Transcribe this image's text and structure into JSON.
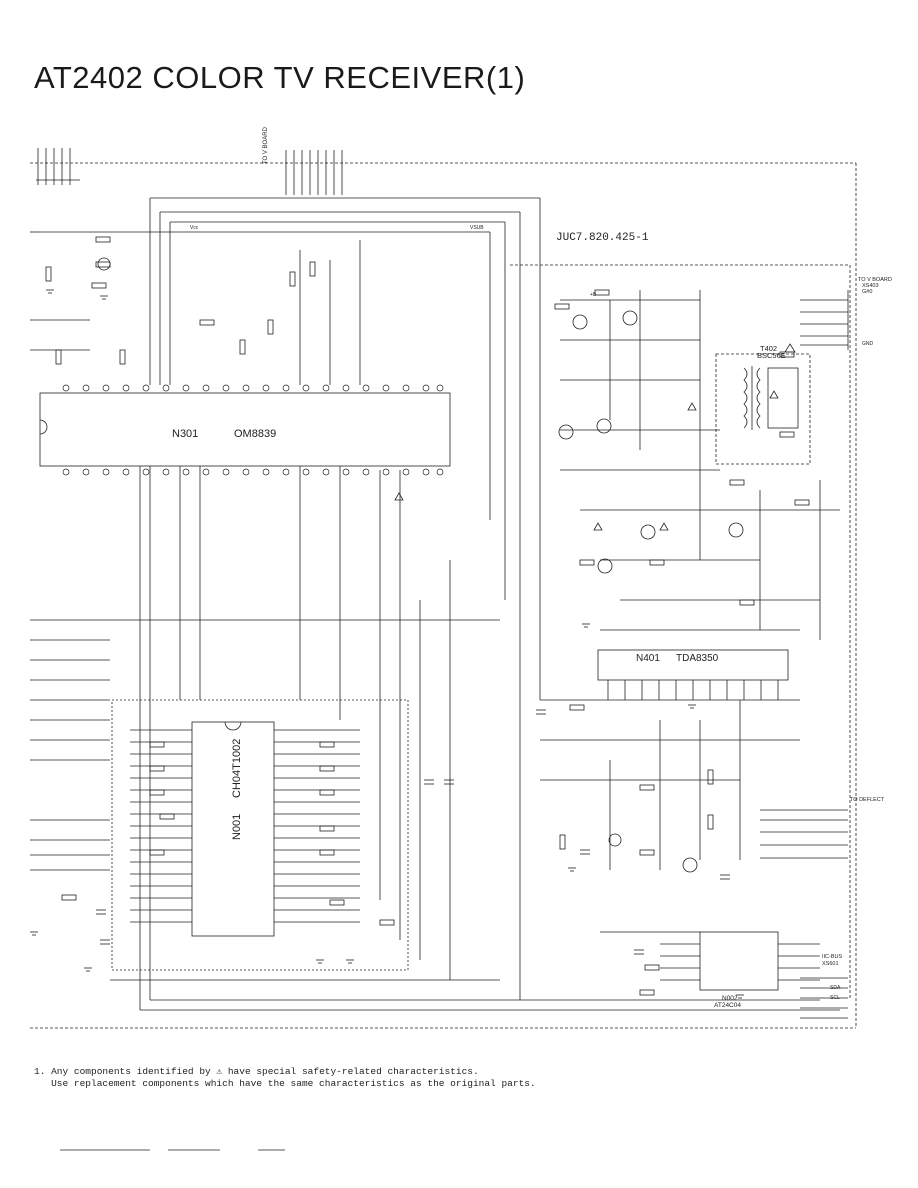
{
  "title": "AT2402 COLOR TV RECEIVER(1)",
  "drawing_number": "JUC7.820.425-1",
  "connector_top": "TO V BOARD",
  "connector_right_top": [
    "TO V BOARD",
    "XS403",
    "G#0"
  ],
  "connector_right_mid": "TO DEFLECT",
  "connector_right_bottom": [
    "IIC-BUS",
    "XS601"
  ],
  "ics": {
    "n301": {
      "ref": "N301",
      "part": "OM8839"
    },
    "n401": {
      "ref": "N401",
      "part": "TDA8350"
    },
    "t402": {
      "ref": "T402",
      "part": "BSC56E"
    },
    "n001": {
      "ref": "N001",
      "part": "CH04T1002"
    },
    "n002": {
      "ref": "N002",
      "part": "AT24C04"
    }
  },
  "nets": {
    "vcc": "Vcc",
    "vsub": "VSUB",
    "b_plus": "+B",
    "gnd": "GND",
    "sda": "SDA",
    "scl": "SCL"
  },
  "notes": {
    "line1": "1. Any components identified by ⚠ have special safety-related characteristics.",
    "line2": "   Use replacement components which have the same characteristics as the original parts."
  }
}
